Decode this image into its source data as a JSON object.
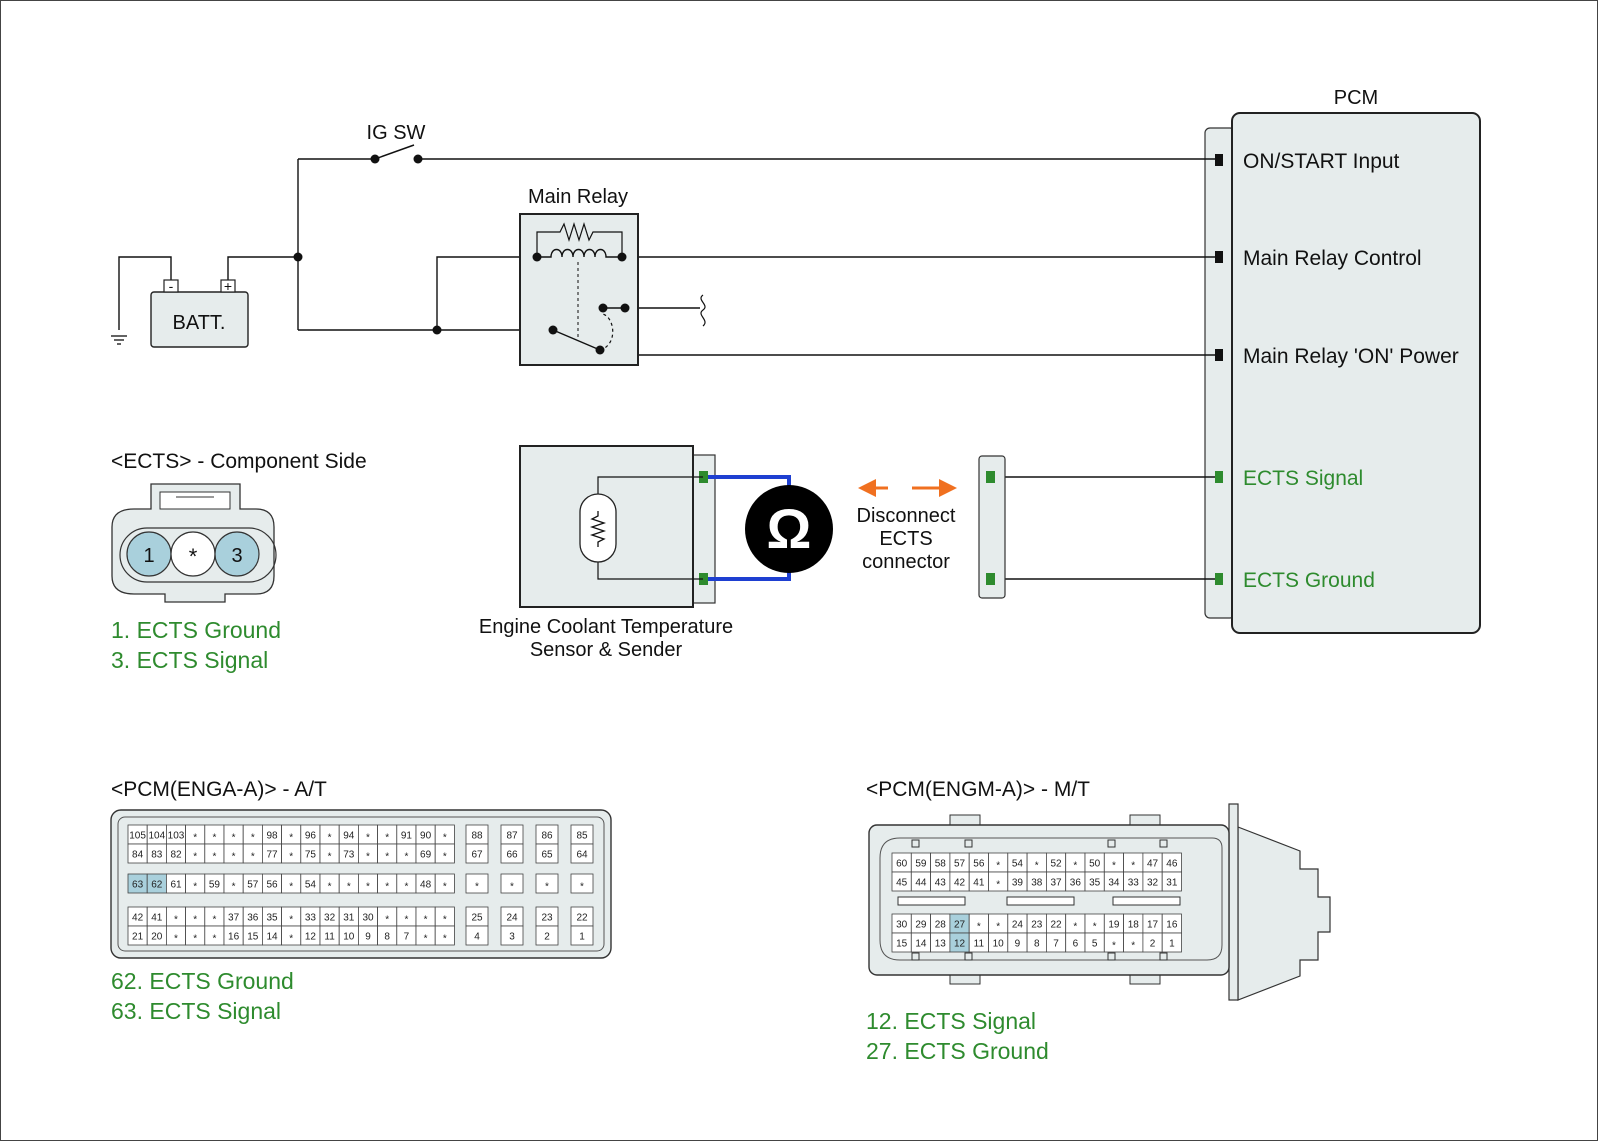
{
  "pcm": {
    "title": "PCM",
    "pins": [
      "ON/START Input",
      "Main Relay Control",
      "Main Relay 'ON' Power",
      "ECTS Signal",
      "ECTS Ground"
    ]
  },
  "ig_sw": "IG SW",
  "main_relay": "Main Relay",
  "battery": {
    "label": "BATT.",
    "neg": "-",
    "pos": "+"
  },
  "sensor": {
    "line1": "Engine Coolant Temperature",
    "line2": "Sensor & Sender"
  },
  "meter": {
    "symbol": "Ω"
  },
  "disconnect": {
    "line1": "Disconnect",
    "line2": "ECTS",
    "line3": "connector"
  },
  "ects_connector": {
    "title": "<ECTS> - Component Side",
    "pins": [
      "1",
      "*",
      "3"
    ],
    "legend": [
      "1. ECTS Ground",
      "3. ECTS Signal"
    ]
  },
  "pcm_at": {
    "title": "<PCM(ENGA-A)> - A/T",
    "legend": [
      "62. ECTS Ground",
      "63. ECTS Signal"
    ],
    "rows": [
      [
        "105",
        "104",
        "103",
        "*",
        "*",
        "*",
        "*",
        "98",
        "*",
        "96",
        "*",
        "94",
        "*",
        "*",
        "91",
        "90",
        "*"
      ],
      [
        "84",
        "83",
        "82",
        "*",
        "*",
        "*",
        "*",
        "77",
        "*",
        "75",
        "*",
        "73",
        "*",
        "*",
        "*",
        "69",
        "*"
      ],
      [
        "63",
        "62",
        "61",
        "*",
        "59",
        "*",
        "57",
        "56",
        "*",
        "54",
        "*",
        "*",
        "*",
        "*",
        "*",
        "48",
        "*"
      ],
      [
        "42",
        "41",
        "*",
        "*",
        "*",
        "37",
        "36",
        "35",
        "*",
        "33",
        "32",
        "31",
        "30",
        "*",
        "*",
        "*",
        "*"
      ],
      [
        "21",
        "20",
        "*",
        "*",
        "*",
        "16",
        "15",
        "14",
        "*",
        "12",
        "11",
        "10",
        "9",
        "8",
        "7",
        "*",
        "*"
      ]
    ],
    "side_rows": [
      [
        "88",
        "87",
        "86",
        "85"
      ],
      [
        "67",
        "66",
        "65",
        "64"
      ],
      [
        "*",
        "*",
        "*",
        "*"
      ],
      [
        "25",
        "24",
        "23",
        "22"
      ],
      [
        "4",
        "3",
        "2",
        "1"
      ]
    ]
  },
  "pcm_mt": {
    "title": "<PCM(ENGM-A)> - M/T",
    "legend": [
      "12. ECTS Signal",
      "27. ECTS Ground"
    ],
    "rows": [
      [
        "60",
        "59",
        "58",
        "57",
        "56",
        "*",
        "54",
        "*",
        "52",
        "*",
        "50",
        "*",
        "*",
        "47",
        "46"
      ],
      [
        "45",
        "44",
        "43",
        "42",
        "41",
        "*",
        "39",
        "38",
        "37",
        "36",
        "35",
        "34",
        "33",
        "32",
        "31"
      ],
      [
        "30",
        "29",
        "28",
        "27",
        "*",
        "*",
        "24",
        "23",
        "22",
        "*",
        "*",
        "19",
        "18",
        "17",
        "16"
      ],
      [
        "15",
        "14",
        "13",
        "12",
        "11",
        "10",
        "9",
        "8",
        "7",
        "6",
        "5",
        "*",
        "*",
        "2",
        "1"
      ]
    ]
  },
  "colors": {
    "highlight": "#a9d0dc",
    "pin_green": "#2e8b2e",
    "meter_lead": "#1e3fd1",
    "arrow": "#f07020",
    "panel": "#e6ecec"
  }
}
